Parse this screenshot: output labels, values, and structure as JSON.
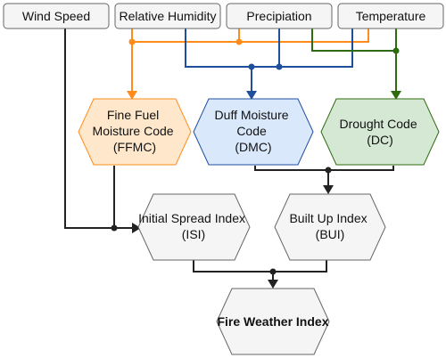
{
  "inputs": {
    "wind_speed": "Wind Speed",
    "relative_humidity": "Relative Humidity",
    "precipitation": "Precipiation",
    "temperature": "Temperature"
  },
  "codes": {
    "ffmc": [
      "Fine Fuel",
      "Moisture Code",
      "(FFMC)"
    ],
    "dmc": [
      "Duff Moisture",
      "Code",
      "(DMC)"
    ],
    "dc": [
      "Drought Code",
      "(DC)"
    ]
  },
  "indices": {
    "isi": [
      "Initial Spread Index",
      "(ISI)"
    ],
    "bui": [
      "Built Up Index",
      "(BUI)"
    ],
    "fwi": "Fire Weather Index"
  },
  "colors": {
    "ffmc": "#ff8c1a",
    "ffmc_fill": "#ffe7cc",
    "dmc": "#1f4e9c",
    "dmc_fill": "#dae8fc",
    "dc": "#2e6b0f",
    "dc_fill": "#d5e8d4",
    "neutral": "#222222",
    "neutral_fill": "#f5f5f5"
  }
}
